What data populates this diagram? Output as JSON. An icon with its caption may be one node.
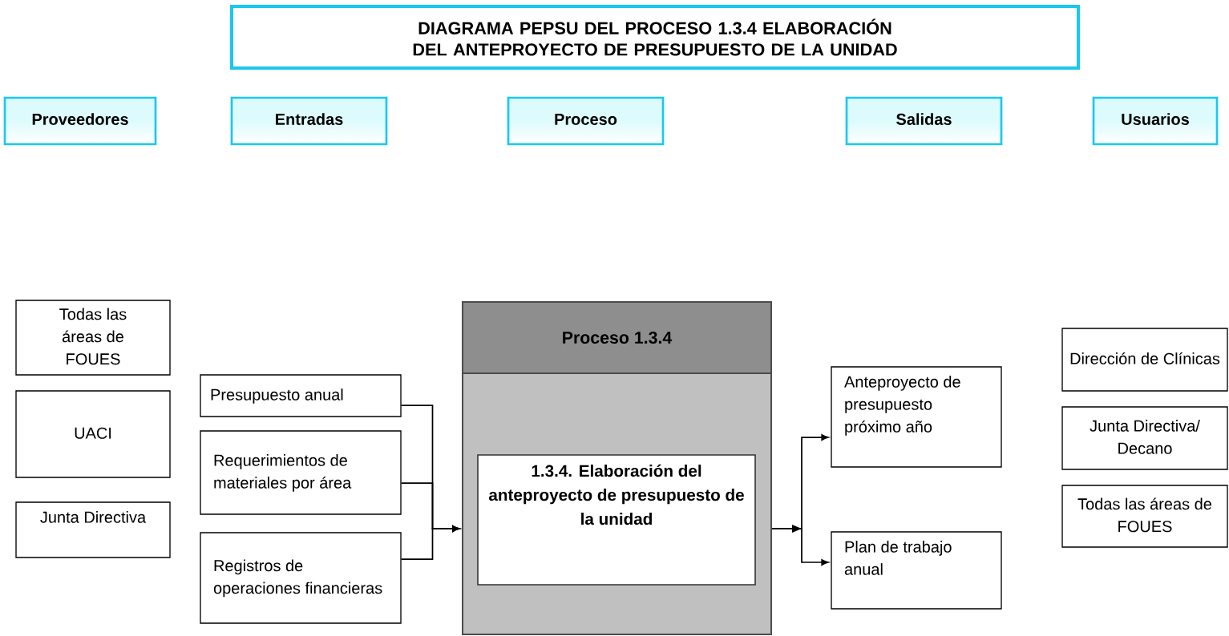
{
  "diagram": {
    "title": "DIAGRAMA PEPSU DEL PROCESO 1.3.4 ELABORACIÓN DEL ANTEPROYECTO DE PRESUPUESTO DE LA UNIDAD",
    "nodes": [
      {
        "text": [
          "Proveedores"
        ]
      },
      {
        "text": [
          "Entradas"
        ]
      },
      {
        "text": [
          "Proceso"
        ]
      },
      {
        "text": [
          "Salidas"
        ]
      },
      {
        "text": [
          "Usuarios"
        ]
      },
      {
        "text": [
          "Todas las áreas de FOUES"
        ]
      },
      {
        "text": [
          "UACI"
        ]
      },
      {
        "text": [
          "Junta Directiva"
        ]
      },
      {
        "text": [
          "Presupuesto anual"
        ]
      },
      {
        "text": [
          "Requerimientos de materiales por área"
        ]
      },
      {
        "text": [
          "Registros de operaciones financieras"
        ]
      },
      {
        "text": [
          "Proceso 1.3.4"
        ]
      },
      {
        "text": [
          "1.3.4. Elaboración del anteproyecto de presupuesto de la unidad"
        ],
        "in": 11
      },
      {
        "text": [
          "Anteproyecto de presupuesto próximo año"
        ]
      },
      {
        "text": [
          "Plan de trabajo anual"
        ]
      },
      {
        "text": [
          "Dirección de Clínicas"
        ]
      },
      {
        "text": [
          "Junta Directiva/ Decano"
        ]
      },
      {
        "text": [
          "Todas las áreas de FOUES"
        ]
      }
    ],
    "edges": [
      {
        "from": 8,
        "to": 11,
        "arrow": "to"
      },
      {
        "from": 9,
        "to": 11,
        "arrow": "to"
      },
      {
        "from": 10,
        "to": 11,
        "arrow": "to"
      },
      {
        "from": 11,
        "to": 13,
        "arrow": "to"
      },
      {
        "from": 11,
        "to": 14,
        "arrow": "to"
      }
    ]
  }
}
